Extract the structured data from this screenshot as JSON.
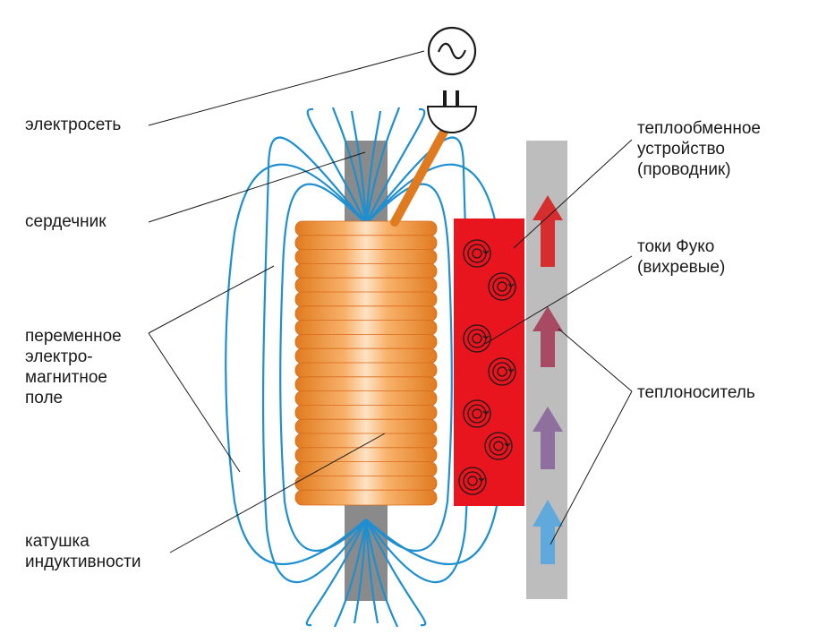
{
  "labels": {
    "power_grid": "электросеть",
    "core": "сердечник",
    "em_field": [
      "переменное",
      "электро-",
      "магнитное",
      "поле"
    ],
    "coil": [
      "катушка",
      "индуктивности"
    ],
    "heat_exchanger": [
      "теплообменное",
      "устройство",
      "(проводник)"
    ],
    "foucault": [
      "токи Фуко",
      "(вихревые)"
    ],
    "coolant": "теплоноситель"
  },
  "colors": {
    "field_lines": "#1e8fd0",
    "core": "#8a8a8a",
    "pipe": "#bdbdbd",
    "coil_dark": "#e07a1f",
    "coil_light": "#fde2c4",
    "conductor": "#e8141e",
    "arrow_hot": "#d8282a",
    "arrow_cold": "#55b7e6",
    "text": "#1a1a1a"
  },
  "icons": {
    "source": "ac-source-icon",
    "plug": "plug-icon",
    "eddy": "eddy-current-icon",
    "arrow": "flow-arrow-icon"
  }
}
